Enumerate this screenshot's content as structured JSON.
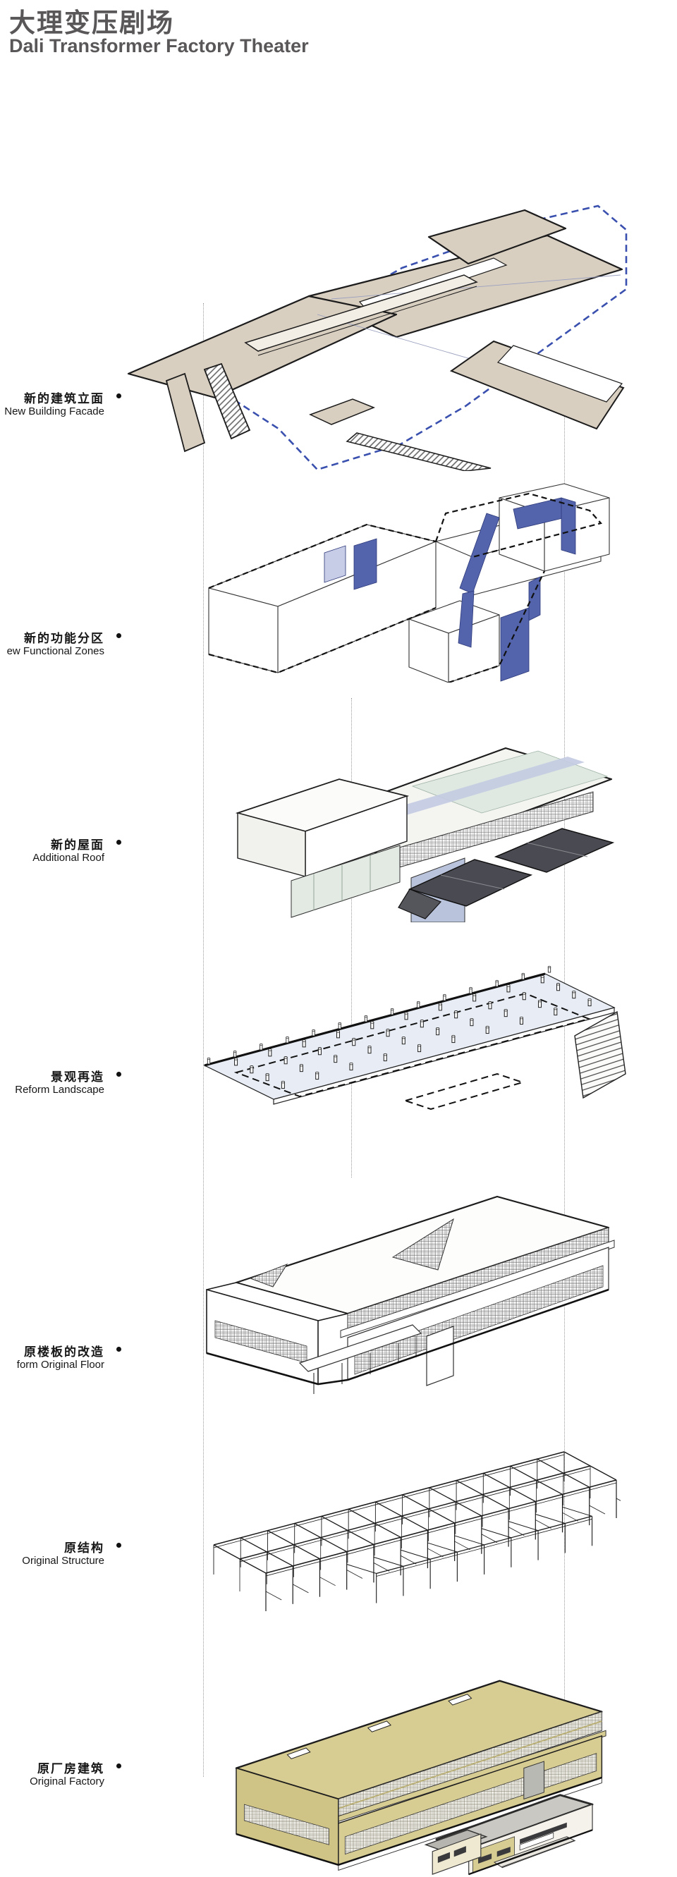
{
  "header": {
    "title_zh": "大理变压剧场",
    "title_en": "Dali Transformer Factory Theater"
  },
  "bullet": "•",
  "layers": [
    {
      "id": "new-building-facade",
      "zh": "新的建筑立面",
      "en": "New Building Facade"
    },
    {
      "id": "new-functional-zones",
      "zh": "新的功能分区",
      "en": "ew Functional Zones"
    },
    {
      "id": "additional-roof",
      "zh": "新的屋面",
      "en": "Additional Roof"
    },
    {
      "id": "reform-landscape",
      "zh": "景观再造",
      "en": "Reform Landscape"
    },
    {
      "id": "reform-original-floor",
      "zh": "原楼板的改造",
      "en": "form Original Floor"
    },
    {
      "id": "original-structure",
      "zh": "原结构",
      "en": "Original Structure"
    },
    {
      "id": "original-factory",
      "zh": "原厂房建筑",
      "en": "Original Factory"
    }
  ],
  "palette": {
    "title_gray": "#595757",
    "label_black": "#161616",
    "facade_tan": "#d9cfc1",
    "dashed_blue": "#3a50ae",
    "zone_wall_blue": "#5364ad",
    "roof_glass_green": "#dfe9e1",
    "roof_lavender": "#bec7e0",
    "dark_pitched_roof": "#4a4a52",
    "landscape_blue": "#e8edf5",
    "structure_ink": "#1a1a1a",
    "factory_khaki": "#d7cc92",
    "annex_roof_gray": "#c9c8c2",
    "guide_gray": "#9a9a9a"
  }
}
